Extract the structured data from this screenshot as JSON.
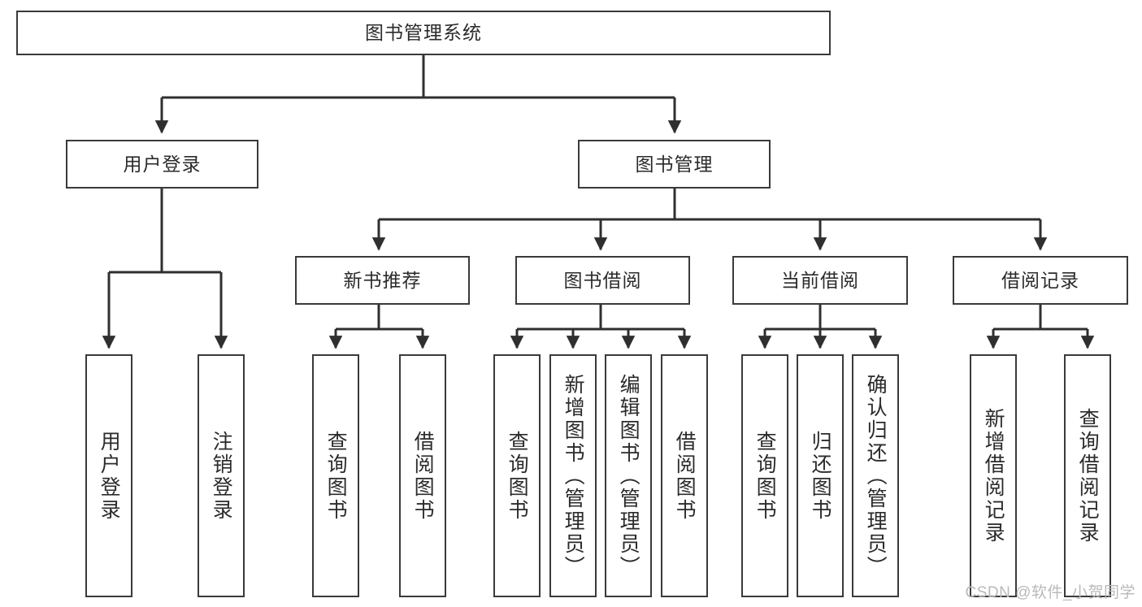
{
  "diagram": {
    "type": "tree-hierarchy",
    "title": "图书管理系统",
    "orientation": "top-down",
    "watermark": "CSDN @软件_小贺同学",
    "colors": {
      "box_border": "#3a3a3a",
      "box_fill": "#ffffff",
      "edge": "#2f2f2f",
      "text": "#2b2b2b",
      "watermark": "#b9b9b9"
    },
    "nodes": {
      "root": {
        "label": "图书管理系统",
        "level": 0
      },
      "user_login": {
        "label": "用户登录",
        "level": 1
      },
      "book_manage": {
        "label": "图书管理",
        "level": 1
      },
      "new_book_rec": {
        "label": "新书推荐",
        "level": 2
      },
      "book_borrow": {
        "label": "图书借阅",
        "level": 2
      },
      "current_borrow": {
        "label": "当前借阅",
        "level": 2
      },
      "borrow_record": {
        "label": "借阅记录",
        "level": 2
      },
      "leaf_user_login": {
        "label": "用户登录",
        "level": 3
      },
      "leaf_logout": {
        "label": "注销登录",
        "level": 3
      },
      "leaf_query_book_a": {
        "label": "查询图书",
        "level": 3
      },
      "leaf_borrow_book_a": {
        "label": "借阅图书",
        "level": 3
      },
      "leaf_query_book_b": {
        "label": "查询图书",
        "level": 3
      },
      "leaf_add_book": {
        "label": "新增图书（管理员）",
        "level": 3
      },
      "leaf_edit_book": {
        "label": "编辑图书（管理员）",
        "level": 3
      },
      "leaf_borrow_book_b": {
        "label": "借阅图书",
        "level": 3
      },
      "leaf_query_book_c": {
        "label": "查询图书",
        "level": 3
      },
      "leaf_return_book": {
        "label": "归还图书",
        "level": 3
      },
      "leaf_confirm_return": {
        "label": "确认归还（管理员）",
        "level": 3
      },
      "leaf_add_record": {
        "label": "新增借阅记录",
        "level": 3
      },
      "leaf_query_record": {
        "label": "查询借阅记录",
        "level": 3
      }
    },
    "edges": [
      {
        "from": "root",
        "to": "user_login"
      },
      {
        "from": "root",
        "to": "book_manage"
      },
      {
        "from": "user_login",
        "to": "leaf_user_login"
      },
      {
        "from": "user_login",
        "to": "leaf_logout"
      },
      {
        "from": "book_manage",
        "to": "new_book_rec"
      },
      {
        "from": "book_manage",
        "to": "book_borrow"
      },
      {
        "from": "book_manage",
        "to": "current_borrow"
      },
      {
        "from": "book_manage",
        "to": "borrow_record"
      },
      {
        "from": "new_book_rec",
        "to": "leaf_query_book_a"
      },
      {
        "from": "new_book_rec",
        "to": "leaf_borrow_book_a"
      },
      {
        "from": "book_borrow",
        "to": "leaf_query_book_b"
      },
      {
        "from": "book_borrow",
        "to": "leaf_add_book"
      },
      {
        "from": "book_borrow",
        "to": "leaf_edit_book"
      },
      {
        "from": "book_borrow",
        "to": "leaf_borrow_book_b"
      },
      {
        "from": "current_borrow",
        "to": "leaf_query_book_c"
      },
      {
        "from": "current_borrow",
        "to": "leaf_return_book"
      },
      {
        "from": "current_borrow",
        "to": "leaf_confirm_return"
      },
      {
        "from": "borrow_record",
        "to": "leaf_add_record"
      },
      {
        "from": "borrow_record",
        "to": "leaf_query_record"
      }
    ]
  }
}
